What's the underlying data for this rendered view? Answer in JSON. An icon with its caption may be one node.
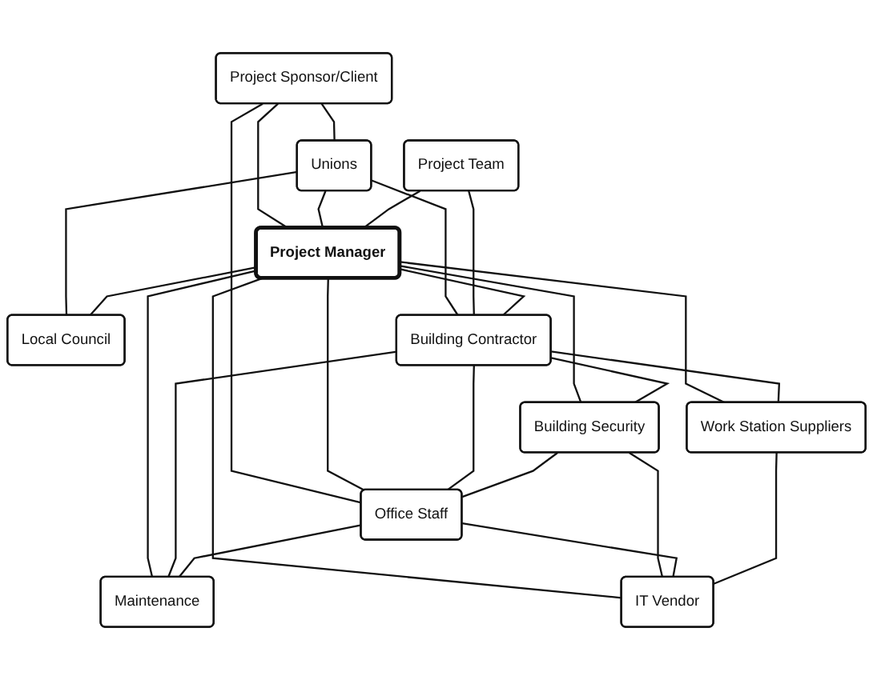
{
  "diagram": {
    "nodes": [
      {
        "text": [
          "Project Sponsor/Client"
        ]
      },
      {
        "text": [
          "Unions"
        ]
      },
      {
        "text": [
          "Project Team"
        ]
      },
      {
        "text": [
          "Project Manager"
        ]
      },
      {
        "text": [
          "Local Council"
        ]
      },
      {
        "text": [
          "Office Staff"
        ]
      },
      {
        "text": [
          "Building Contractor"
        ]
      },
      {
        "text": [
          "Building Security"
        ]
      },
      {
        "text": [
          "IT Vendor"
        ]
      },
      {
        "text": [
          "Work Station Suppliers"
        ]
      },
      {
        "text": [
          "Maintenance"
        ]
      }
    ],
    "edges": [
      {
        "from": 0,
        "to": 1,
        "arrow": "none"
      },
      {
        "from": 0,
        "to": 3,
        "arrow": "none"
      },
      {
        "from": 0,
        "to": 5,
        "arrow": "none"
      },
      {
        "from": 1,
        "to": 6,
        "arrow": "none"
      },
      {
        "from": 1,
        "to": 3,
        "arrow": "none"
      },
      {
        "from": 1,
        "to": 4,
        "arrow": "none"
      },
      {
        "from": 2,
        "to": 3,
        "arrow": "none"
      },
      {
        "from": 2,
        "to": 6,
        "arrow": "none"
      },
      {
        "from": 3,
        "to": 4,
        "arrow": "none"
      },
      {
        "from": 3,
        "to": 5,
        "arrow": "none"
      },
      {
        "from": 3,
        "to": 6,
        "arrow": "none"
      },
      {
        "from": 3,
        "to": 9,
        "arrow": "none"
      },
      {
        "from": 3,
        "to": 7,
        "arrow": "none"
      },
      {
        "from": 3,
        "to": 8,
        "arrow": "none"
      },
      {
        "from": 3,
        "to": 10,
        "arrow": "none"
      },
      {
        "from": 6,
        "to": 5,
        "arrow": "none"
      },
      {
        "from": 6,
        "to": 7,
        "arrow": "none"
      },
      {
        "from": 6,
        "to": 9,
        "arrow": "none"
      },
      {
        "from": 6,
        "to": 10,
        "arrow": "none"
      },
      {
        "from": 7,
        "to": 5,
        "arrow": "none"
      },
      {
        "from": 7,
        "to": 8,
        "arrow": "none"
      },
      {
        "from": 5,
        "to": 8,
        "arrow": "none"
      },
      {
        "from": 5,
        "to": 10,
        "arrow": "none"
      },
      {
        "from": 9,
        "to": 8,
        "arrow": "none"
      }
    ]
  }
}
